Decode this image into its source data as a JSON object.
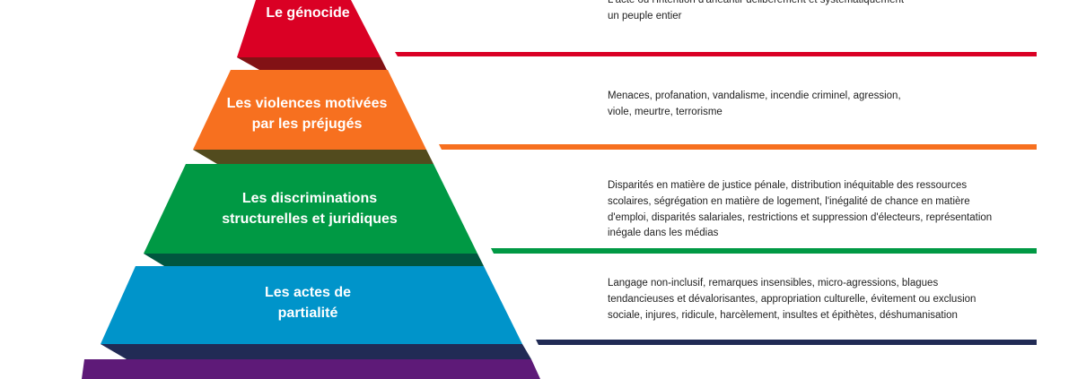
{
  "levels": [
    {
      "id": "genocide",
      "title_lines": [
        "Le génocide"
      ],
      "description_lines": [
        "L'acte ou l'intention d'anéantir  délibérement et systématiquement",
        "un peuple entier"
      ],
      "color": "#DA0024",
      "shadow": "#821215"
    },
    {
      "id": "violences",
      "title_lines": [
        "Les violences motivées",
        "par les préjugés"
      ],
      "description_lines": [
        "Menaces, profanation, vandalisme, incendie criminel, agression,",
        "viole, meurtre, terrorisme"
      ],
      "color": "#F7701F",
      "shadow": "#524B1E"
    },
    {
      "id": "discriminations",
      "title_lines": [
        "Les  discriminations",
        "structurelles et juridiques"
      ],
      "description_lines": [
        "Disparités en matière de justice pénale, distribution inéquitable des ressources",
        "scolaires, ségrégation en matière de logement, l'inégalité de chance en matière",
        "d'emploi, disparités salariales, restrictions et suppression d'électeurs, représentation",
        "inégale dans les médias"
      ],
      "color": "#009944",
      "shadow": "#00563F"
    },
    {
      "id": "partialite",
      "title_lines": [
        "Les actes de",
        "partialité"
      ],
      "description_lines": [
        "Langage non-inclusif, remarques insensibles, micro-agressions, blagues",
        "tendancieuses et dévalorisantes, appropriation culturelle, évitement ou exclusion",
        "sociale, injures, ridicule, harcèlement, insultes et épithètes, déshumanisation"
      ],
      "color": "#0094CA",
      "shadow": "#212B55",
      "line_color": "#212B55"
    },
    {
      "id": "base",
      "color": "#5E1A78"
    }
  ]
}
